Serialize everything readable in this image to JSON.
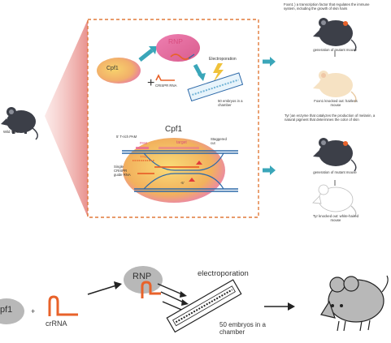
{
  "top": {
    "left_label": "Wild Type",
    "rnp_panel": {
      "cpf1_label": "Cpf1",
      "rnp_label": "RNP",
      "crispr_label": "CRISPR RNA",
      "electroporation_label": "Electroporation",
      "embryos_label": "50 embryos in a chamber"
    },
    "complex_panel": {
      "title": "Cpf1",
      "pam_5_label": "5' T-rich PAM",
      "pam_label": "PAM",
      "target_label": "target",
      "staggered_label": "Staggered cut",
      "guide_label": "Single CRISPR guide RNA",
      "ttn_label": "TTN",
      "five_prime_label": "-5'"
    },
    "right_column": {
      "foxn1_desc": "Foxn1 ) a transcription factor that regulates the immune system, including the growth of skin hairs",
      "gen1_label": "generation of mutant mouse",
      "foxn1_ko_label": "Foxn1 knocked out: hairless mouse",
      "tyr_desc": "Tyr )an enzyme that catalyzes the production of melanin, a natural pigment that determines the color of skin",
      "gen2_label": "generation of mutant mouse",
      "tyr_ko_label": "Tyr knocked out: white-haired mouse"
    }
  },
  "bottom": {
    "cpf1_label": "pf1",
    "plus_label": "+",
    "crrna_label": "crRNA",
    "rnp_label": "RNP",
    "electroporation_label": "electroporation",
    "embryos_label": "50 embryos in a chamber"
  },
  "colors": {
    "dashed_border": "#e07a3a",
    "cone": "#e88a86",
    "arrow_teal": "#3aa6b9",
    "rnp_pink": "#e7669a",
    "cpf1_yellow": "#f3c95c",
    "mouse_dark": "#3c3f48",
    "mouse_cream": "#f6e2c3",
    "rna_orange": "#e8622a",
    "dna_blue": "#2c68a8",
    "bottom_gray": "#b8b8b8"
  }
}
